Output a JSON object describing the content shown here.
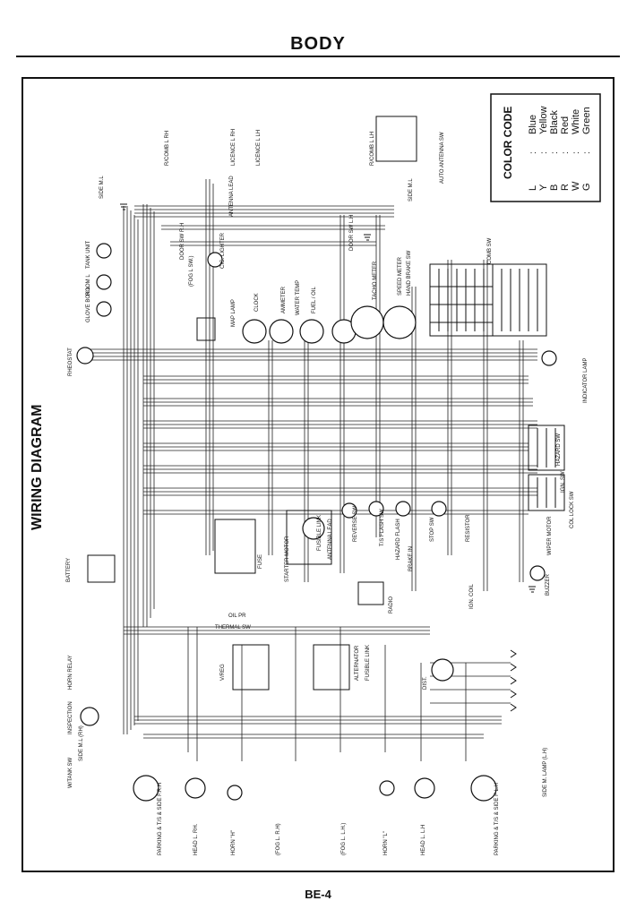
{
  "header": {
    "title": "BODY"
  },
  "diagram": {
    "title": "WIRING DIAGRAM",
    "color_code": {
      "heading": "COLOR CODE",
      "entries": [
        {
          "code": "L",
          "name": "Blue"
        },
        {
          "code": "Y",
          "name": "Yellow"
        },
        {
          "code": "B",
          "name": "Black"
        },
        {
          "code": "R",
          "name": "Red"
        },
        {
          "code": "W",
          "name": "White"
        },
        {
          "code": "G",
          "name": "Green"
        }
      ]
    },
    "labels": {
      "side_m_l": "SIDE M.L",
      "r_comb_l_rh": "R/COMB L RH",
      "licence_l_rh": "LICENCE L RH",
      "licence_l_lh": "LICENCE L LH",
      "r_comb_l_lh": "R/COMB L LH",
      "auto_antenna_sw": "AUTO ANTENNA SW",
      "side_m_l_2": "SIDE M.L",
      "antenna_lead_top": "ANTENNA LEAD",
      "tank_unit": "TANK UNIT",
      "door_sw_rh": "DOOR SW R.H",
      "door_sw_lh": "DOOR SW L.H",
      "room_l": "ROOM L",
      "glove_box_l": "GLOVE BOX L",
      "cig_lighter": "CIG. LIGHTER",
      "fog_l_sw": "(FOG L SW.)",
      "map_lamp": "MAP LAMP",
      "clock": "CLOCK",
      "ammeter": "AMMETER",
      "water_temp": "WATER TEMP",
      "fuel_oil": "FUEL / OIL",
      "tacho_meter": "TACHO METER",
      "speed_meter": "SPEED METER",
      "hand_brake_sw": "HAND BRAKE SW",
      "comb_sw": "COMB SW",
      "rheostat": "RHEOSTAT",
      "indicator_lamp": "INDICATOR LAMP",
      "hazard_sw": "HAZARD SW",
      "ign_sw": "IGN. SW",
      "battery": "BATTERY",
      "fuse": "FUSE",
      "starter_motor": "STARTER MOTOR",
      "fusible_link": "FUSIBLE LINK",
      "antenna_lead": "ANTENNA LEAD",
      "reverse_sw": "REVERSE SW",
      "ts_flash_sw": "T/S FLASH SW",
      "hazard_flash": "HAZARD FLASH",
      "brake_in": "BRAKE IN",
      "stop_sw": "STOP SW",
      "resistor": "RESISTOR",
      "wiper_motor": "WIPER MOTOR",
      "col_lock_sw": "COL LOCK SW",
      "buzzer": "BUZZER",
      "radio": "RADIO",
      "ign_coil": "IGN. COIL",
      "oil_pr": "OIL PR",
      "thermal_sw": "THERMAL SW",
      "v_reg": "V/REG",
      "alternator": "ALTERNATOR",
      "fusible_link_2": "FUSIBLE LINK",
      "dist": "DIST.",
      "horn_relay": "HORN RELAY",
      "inspection": "INSPECTION",
      "w_tank_sw": "W/TANK SW",
      "side_m_l_rh": "SIDE M.L (RH)",
      "side_m_lamp_lh": "SIDE M. LAMP (L.H)",
      "parking_ts_side_rh": "PARKING & T/S & SIDE F.R.H",
      "head_l_rh": "HEAD L. RH.",
      "horn_h": "HORN \"H\"",
      "fog_l_rh": "(FOG L. R.H)",
      "fog_l_lh": "(FOG L. L.H.)",
      "horn_l": "HORN \"L\"",
      "head_l_lh": "HEAD L. L.H",
      "parking_ts_side_lh": "PARKING & T/S & SIDE F L.H"
    }
  },
  "footer": {
    "page_number": "BE-4"
  }
}
